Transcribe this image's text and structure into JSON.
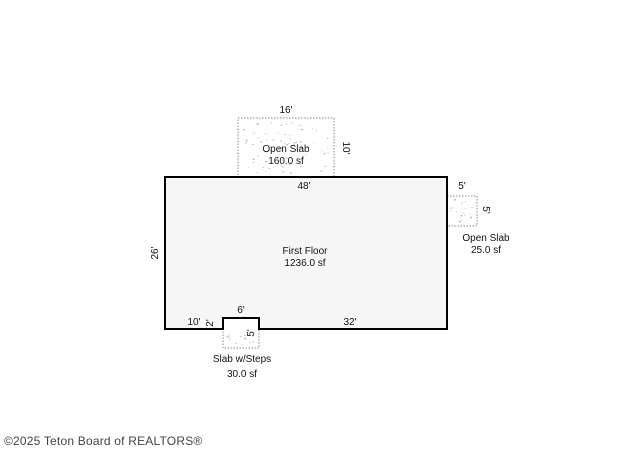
{
  "colors": {
    "wall": "#000000",
    "floor_fill": "#f7f7f7",
    "slab_border": "#888888",
    "slab_fill": "#ffffff",
    "speckle": "#b5b5b5"
  },
  "areas": {
    "top_slab": {
      "name": "Open Slab",
      "area": "160.0 sf",
      "width_dim": "16'",
      "depth_dim": "10'"
    },
    "first_floor": {
      "name": "First Floor",
      "area": "1236.0 sf",
      "top_dim": "48'",
      "left_dim": "26'",
      "bottom_left_dim": "10'",
      "bottom_right_dim": "32'"
    },
    "right_slab": {
      "name": "Open Slab",
      "area": "25.0 sf",
      "width_dim": "5'",
      "depth_dim": "5'"
    },
    "steps_slab": {
      "name": "Slab w/Steps",
      "area": "30.0 sf",
      "width_dim": "6'",
      "notch_depth_dim": "2'",
      "depth_dim": "5'"
    }
  },
  "footer": {
    "copyright": "©2025 Teton Board of REALTORS®"
  }
}
